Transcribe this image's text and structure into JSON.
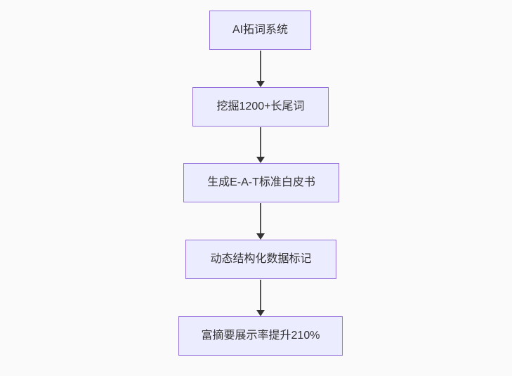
{
  "flowchart": {
    "type": "flowchart-vertical",
    "direction": "top-down",
    "nodes": [
      {
        "label": "AI拓词系统"
      },
      {
        "label": "挖掘1200+长尾词"
      },
      {
        "label": "生成E-A-T标准白皮书"
      },
      {
        "label": "动态结构化数据标记"
      },
      {
        "label": "富摘要展示率提升210%"
      }
    ],
    "edges": [
      {
        "from": "AI拓词系统",
        "to": "挖掘1200+长尾词"
      },
      {
        "from": "挖掘1200+长尾词",
        "to": "生成E-A-T标准白皮书"
      },
      {
        "from": "生成E-A-T标准白皮书",
        "to": "动态结构化数据标记"
      },
      {
        "from": "动态结构化数据标记",
        "to": "富摘要展示率提升210%"
      }
    ],
    "colors": {
      "background": "#fafafa",
      "node_fill": "#ececff",
      "node_border": "#9370db",
      "text": "#333333",
      "arrow_line": "#555555",
      "arrow_head": "#333333"
    }
  }
}
